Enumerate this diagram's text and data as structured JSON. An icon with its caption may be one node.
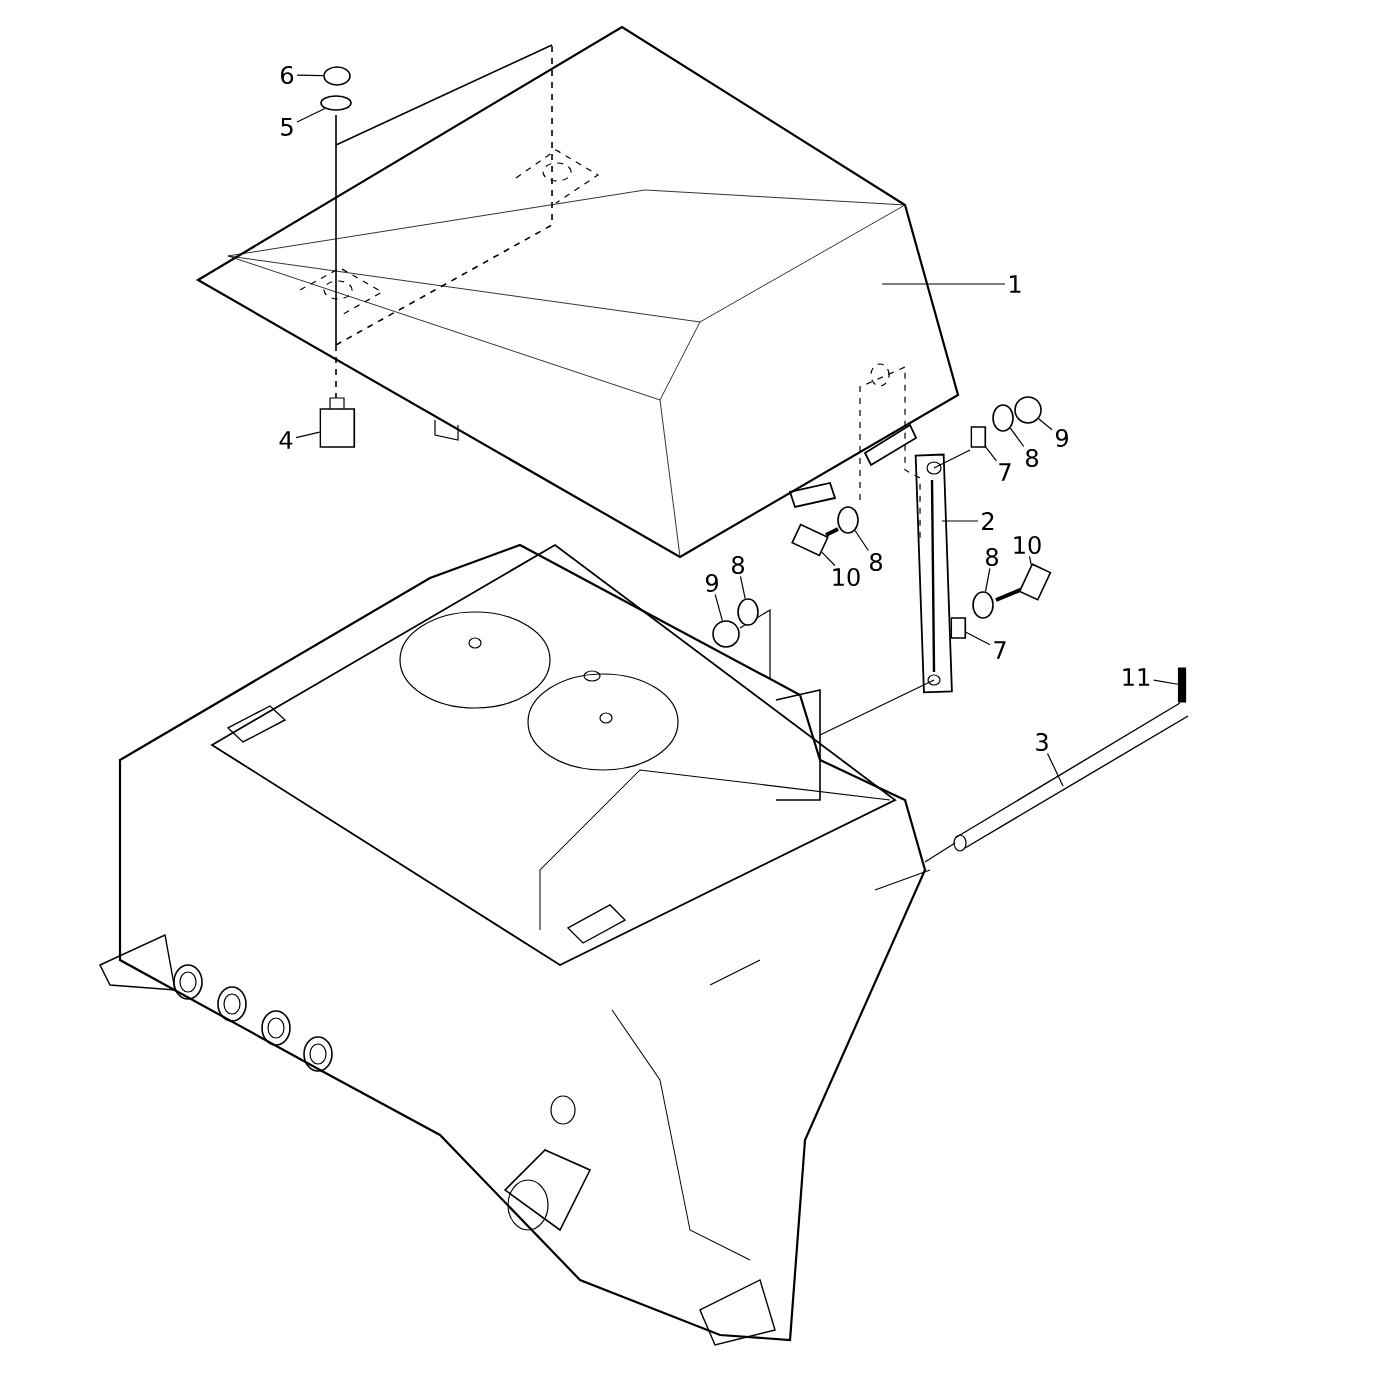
{
  "diagram": {
    "nodes": [
      {
        "text": [
          "6"
        ]
      },
      {
        "text": [
          "5"
        ]
      },
      {
        "text": [
          "1"
        ]
      },
      {
        "text": [
          "9"
        ]
      },
      {
        "text": [
          "4"
        ]
      },
      {
        "text": [
          "8"
        ]
      },
      {
        "text": [
          "7"
        ]
      },
      {
        "text": [
          "2"
        ]
      },
      {
        "text": [
          "10"
        ]
      },
      {
        "text": [
          "8"
        ]
      },
      {
        "text": [
          "8"
        ]
      },
      {
        "text": [
          "8"
        ]
      },
      {
        "text": [
          "10"
        ]
      },
      {
        "text": [
          "9"
        ]
      },
      {
        "text": [
          "7"
        ]
      },
      {
        "text": [
          "11"
        ]
      },
      {
        "text": [
          "3"
        ]
      },
      {
        "text": [],
        "shape": "circle"
      },
      {
        "text": [],
        "shape": "circle"
      },
      {
        "text": [],
        "shape": "circle"
      },
      {
        "text": [],
        "shape": "circle"
      },
      {
        "text": [],
        "shape": "cylinder"
      },
      {
        "text": [],
        "shape": "cylinder"
      },
      {
        "text": [],
        "shape": "circle"
      },
      {
        "text": [],
        "shape": "box"
      },
      {
        "text": [],
        "shape": "box"
      },
      {
        "text": [],
        "shape": "circle"
      },
      {
        "text": [],
        "shape": "circle"
      },
      {
        "text": [],
        "shape": "cylinder"
      },
      {
        "text": [],
        "shape": "circle"
      },
      {
        "text": [],
        "shape": "bar"
      }
    ],
    "edges": [
      {
        "from": 0,
        "to": 17,
        "arrow": "none"
      },
      {
        "from": 1,
        "to": 18,
        "arrow": "none"
      },
      {
        "from": 2,
        "to": null,
        "arrow": "none"
      },
      {
        "from": 3,
        "to": 19,
        "arrow": "none"
      },
      {
        "from": 4,
        "to": 21,
        "arrow": "none"
      },
      {
        "from": 5,
        "to": 20,
        "arrow": "none"
      },
      {
        "from": 6,
        "to": 22,
        "arrow": "none"
      },
      {
        "from": 7,
        "to": null,
        "arrow": "none"
      },
      {
        "from": 8,
        "to": 24,
        "arrow": "none"
      },
      {
        "from": 9,
        "to": 23,
        "arrow": "none"
      },
      {
        "from": 10,
        "to": 26,
        "arrow": "none"
      },
      {
        "from": 11,
        "to": 27,
        "arrow": "none"
      },
      {
        "from": 12,
        "to": 25,
        "arrow": "none"
      },
      {
        "from": 13,
        "to": 29,
        "arrow": "none"
      },
      {
        "from": 14,
        "to": 28,
        "arrow": "none"
      },
      {
        "from": 15,
        "to": 30,
        "arrow": "none"
      },
      {
        "from": 16,
        "to": null,
        "arrow": "none"
      }
    ]
  }
}
